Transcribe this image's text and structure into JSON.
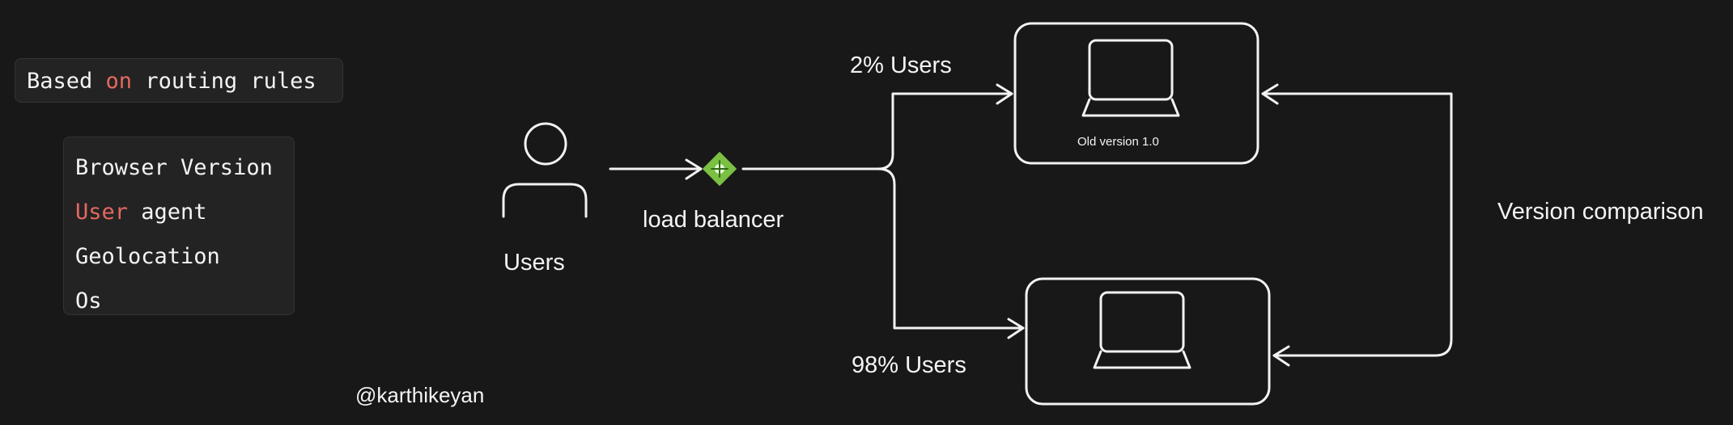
{
  "routing": {
    "prefix": "Based ",
    "keyword": "on",
    "suffix": " routing rules"
  },
  "factors": [
    {
      "keyword": "",
      "rest": "Browser Version"
    },
    {
      "keyword": "User",
      "rest": " agent"
    },
    {
      "keyword": "",
      "rest": "Geolocation"
    },
    {
      "keyword": "",
      "rest": "Os"
    }
  ],
  "users_label": "Users",
  "load_balancer_label": "load balancer",
  "route_top_label": "2% Users",
  "route_bottom_label": "98% Users",
  "old_version_label": "Old version 1.0",
  "comparison_label": "Version comparison",
  "author_handle": "@karthikeyan",
  "icons": [
    "user-icon",
    "load-balancer-icon",
    "laptop-icon"
  ],
  "colors": {
    "background": "#181818",
    "stroke": "#f2f2f2",
    "keyword": "#e5685f",
    "load_balancer": "#7bc043"
  }
}
